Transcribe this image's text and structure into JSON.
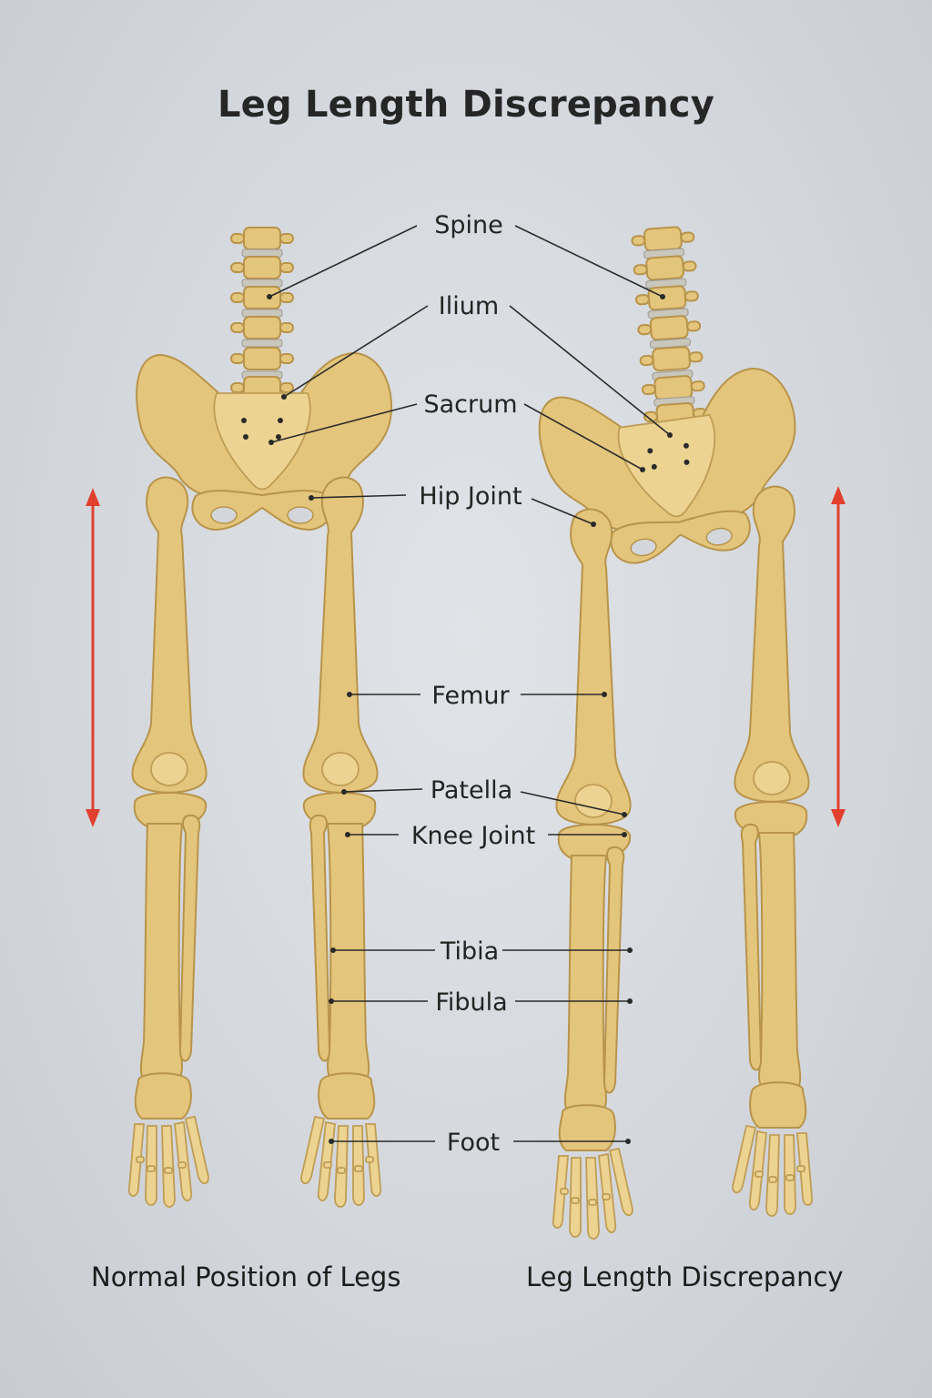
{
  "title": "Leg Length Discrepancy",
  "labels": {
    "spine": "Spine",
    "ilium": "Ilium",
    "sacrum": "Sacrum",
    "hip_joint": "Hip Joint",
    "femur": "Femur",
    "patella": "Patella",
    "knee_joint": "Knee Joint",
    "tibia": "Tibia",
    "fibula": "Fibula",
    "foot": "Foot"
  },
  "captions": {
    "left": "Normal Position of Legs",
    "right": "Leg Length Discrepancy"
  },
  "colors": {
    "bone": "#e4c57c",
    "bone_outline": "#b8944a",
    "arrow": "#e2402f",
    "background": "#d3d7dc",
    "text": "#232323"
  }
}
